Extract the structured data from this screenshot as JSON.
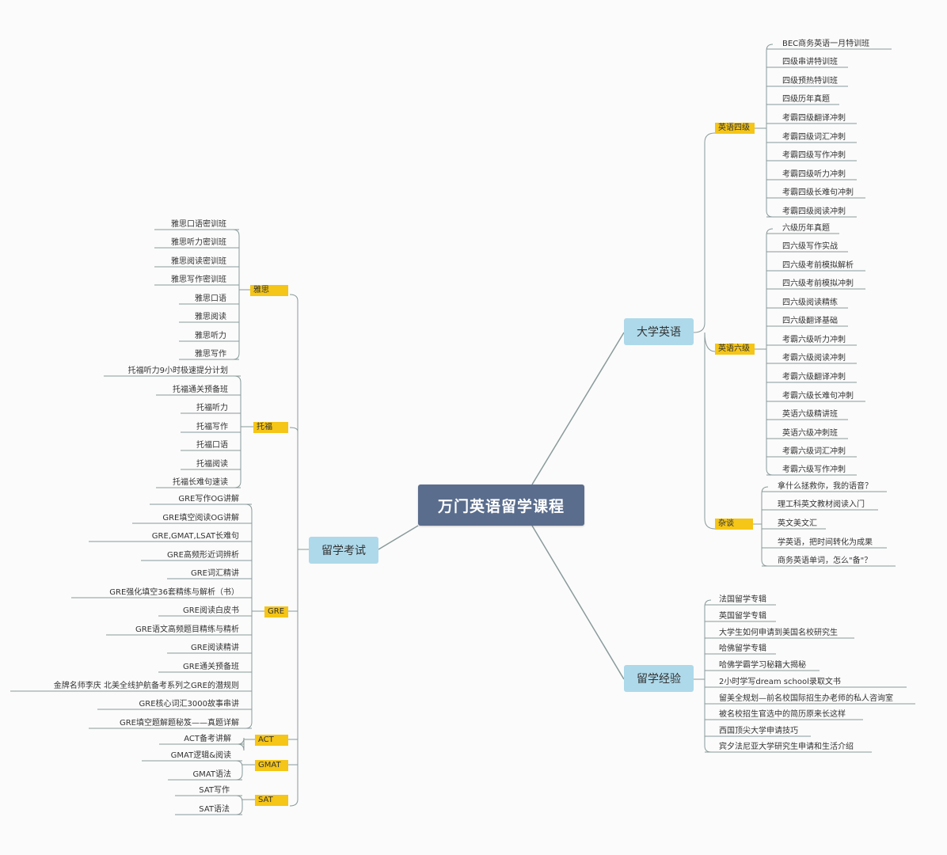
{
  "root": "万门英语留学课程",
  "colors": {
    "center": "#5a6d8d",
    "main": "#aed9ea",
    "sub": "#f5c517",
    "line": "#8a9a9a"
  },
  "college": {
    "label": "大学英语",
    "cet4": {
      "label": "英语四级",
      "items": [
        "BEC商务英语一月特训班",
        "四级串讲特训班",
        "四级预热特训班",
        "四级历年真题",
        "考霸四级翻译冲刺",
        "考霸四级词汇冲刺",
        "考霸四级写作冲刺",
        "考霸四级听力冲刺",
        "考霸四级长难句冲刺",
        "考霸四级阅读冲刺"
      ]
    },
    "cet6": {
      "label": "英语六级",
      "items": [
        "六级历年真题",
        "四六级写作实战",
        "四六级考前模拟解析",
        "四六级考前模拟冲刺",
        "四六级阅读精练",
        "四六级翻译基础",
        "考霸六级听力冲刺",
        "考霸六级阅读冲刺",
        "考霸六级翻译冲刺",
        "考霸六级长难句冲刺",
        "英语六级精讲班",
        "英语六级冲刺班",
        "考霸六级词汇冲刺",
        "考霸六级写作冲刺"
      ]
    },
    "misc": {
      "label": "杂谈",
      "items": [
        "拿什么拯救你，我的语音？",
        "理工科英文教材阅读入门",
        "英文美文汇",
        "学英语，把时间转化为成果",
        "商务英语单词，怎么\"备\"？"
      ]
    }
  },
  "experience": {
    "label": "留学经验",
    "items": [
      "法国留学专辑",
      "英国留学专辑",
      "大学生如何申请到美国名校研究生",
      "哈佛留学专辑",
      "哈佛学霸学习秘籍大揭秘",
      "2小时学写dream school录取文书",
      "留美全规划—前名校国际招生办老师的私人咨询室",
      "被名校招生官选中的简历原来长这样",
      "西国顶尖大学申请技巧",
      "宾夕法尼亚大学研究生申请和生活介绍"
    ]
  },
  "exam": {
    "label": "留学考试",
    "ielts": {
      "label": "雅思",
      "items": [
        "雅思口语密训班",
        "雅思听力密训班",
        "雅思阅读密训班",
        "雅思写作密训班",
        "雅思口语",
        "雅思阅读",
        "雅思听力",
        "雅思写作"
      ]
    },
    "toefl": {
      "label": "托福",
      "items": [
        "托福听力9小时极速提分计划",
        "托福通关预备班",
        "托福听力",
        "托福写作",
        "托福口语",
        "托福阅读",
        "托福长难句速读"
      ]
    },
    "gre": {
      "label": "GRE",
      "items": [
        "GRE写作OG讲解",
        "GRE填空阅读OG讲解",
        "GRE,GMAT,LSAT长难句",
        "GRE高频形近词辨析",
        "GRE词汇精讲",
        "GRE强化填空36套精练与解析（书）",
        "GRE阅读白皮书",
        "GRE语文高频题目精练与精析",
        "GRE阅读精讲",
        "GRE通关预备班",
        "金牌名师李庆 北美全线护航备考系列之GRE的潜规则",
        "GRE核心词汇3000故事串讲",
        "GRE填空题解题秘笈——真题详解"
      ]
    },
    "act": {
      "label": "ACT",
      "items": [
        "ACT备考讲解"
      ]
    },
    "gmat": {
      "label": "GMAT",
      "items": [
        "GMAT逻辑&阅读",
        "GMAT语法"
      ]
    },
    "sat": {
      "label": "SAT",
      "items": [
        "SAT写作",
        "SAT语法"
      ]
    }
  }
}
